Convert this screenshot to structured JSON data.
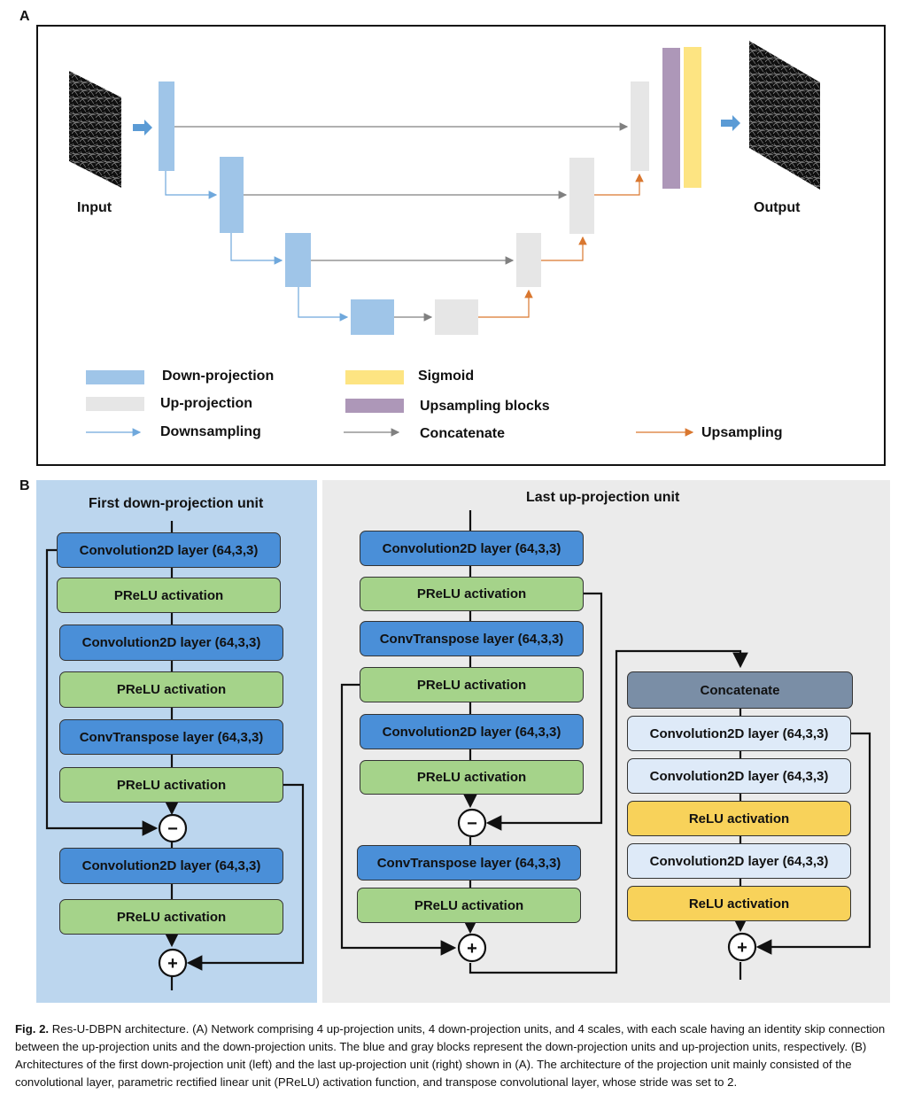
{
  "panel_a": {
    "letter": "A",
    "input_label": "Input",
    "output_label": "Output",
    "legend": {
      "down_projection": "Down-projection",
      "up_projection": "Up-projection",
      "downsampling": "Downsampling",
      "sigmoid": "Sigmoid",
      "upsampling_blocks": "Upsampling blocks",
      "concatenate": "Concatenate",
      "upsampling": "Upsampling"
    },
    "colors": {
      "down_projection": "#9fc5e8",
      "up_projection": "#e6e6e6",
      "sigmoid": "#fde482",
      "upsampling_blocks": "#ad97b8",
      "downsampling_arrow": "#6fa8dc",
      "concatenate_arrow": "#808080",
      "upsampling_arrow": "#d9772f"
    }
  },
  "panel_b": {
    "letter": "B",
    "left": {
      "title": "First down-projection unit",
      "blocks": [
        "Convolution2D layer (64,3,3)",
        "PReLU activation",
        "Convolution2D layer (64,3,3)",
        "PReLU activation",
        "ConvTranspose layer (64,3,3)",
        "PReLU activation",
        "Convolution2D layer (64,3,3)",
        "PReLU activation"
      ],
      "ops": [
        "−",
        "+"
      ]
    },
    "right": {
      "title": "Last up-projection unit",
      "main_blocks": [
        "Convolution2D layer (64,3,3)",
        "PReLU activation",
        "ConvTranspose layer (64,3,3)",
        "PReLU activation",
        "Convolution2D layer (64,3,3)",
        "PReLU activation",
        "ConvTranspose layer (64,3,3)",
        "PReLU activation"
      ],
      "side_blocks": [
        "Concatenate",
        "Convolution2D layer (64,3,3)",
        "Convolution2D layer (64,3,3)",
        "ReLU activation",
        "Convolution2D layer (64,3,3)",
        "ReLU activation"
      ],
      "ops": [
        "−",
        "+",
        "+"
      ]
    }
  },
  "caption": {
    "label": "Fig. 2.",
    "text": "Res-U-DBPN architecture. (A) Network comprising 4 up-projection units, 4 down-projection units, and 4 scales, with each scale having an identity skip connection between the up-projection units and the down-projection units. The blue and gray blocks represent the down-projection units and up-projection units, respectively. (B) Architectures of the first down-projection unit (left) and the last up-projection unit (right) shown in (A). The architecture of the projection unit mainly consisted of the convolutional layer, parametric rectified linear unit (PReLU) activation function, and transpose convolutional layer, whose stride was set to 2."
  }
}
